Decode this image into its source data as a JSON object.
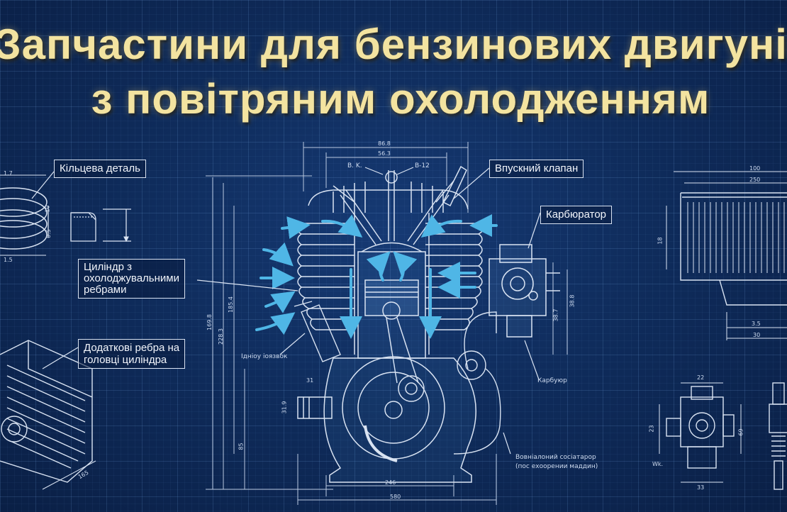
{
  "title": {
    "line1": "Запчастини для бензинових двигунів",
    "line2": "з повітряним охолодженням"
  },
  "callouts": {
    "ring_part": "Кільцева деталь",
    "intake_valve": "Впускний клапан",
    "carburetor": "Карбюратор",
    "cylinder_fins_1": "Циліндр з",
    "cylinder_fins_2": "охолоджувальними",
    "cylinder_fins_3": "ребрами",
    "head_fins_1": "Додаткові ребра на",
    "head_fins_2": "головці циліндра"
  },
  "small_labels": {
    "ignition": "Ідніоу іоязвок",
    "carb_small": "Карбуюр",
    "crankcase_1": "Вовніалоний сосіатарор",
    "crankcase_2": "(пос ехоорении маддин)",
    "valve_left": "B. K.",
    "valve_right": "B-12"
  },
  "dimensions": {
    "top1": "86.8",
    "top2": "56.3",
    "bottom1": "246",
    "bottom2": "580",
    "left1": "169.8",
    "left2": "228.3",
    "left3": "185.4",
    "left4": "85",
    "side_carb1": "38.8",
    "side_carb2": "38.7",
    "shaft": "31",
    "shaft_h": "31.9",
    "ring_a": "1.7",
    "ring_b": "0.5",
    "ring_c": "1.5",
    "ring_d": "10",
    "filter_top1": "100",
    "filter_top2": "250",
    "filter_side": "18",
    "filter_bot1": "3.5",
    "filter_bot2": "30",
    "carb2_top": "22",
    "carb2_side": "23",
    "carb2_side2": "69",
    "carb2_bottom": "33",
    "carb2_wk": "Wk.",
    "cyl_dim": "165"
  }
}
